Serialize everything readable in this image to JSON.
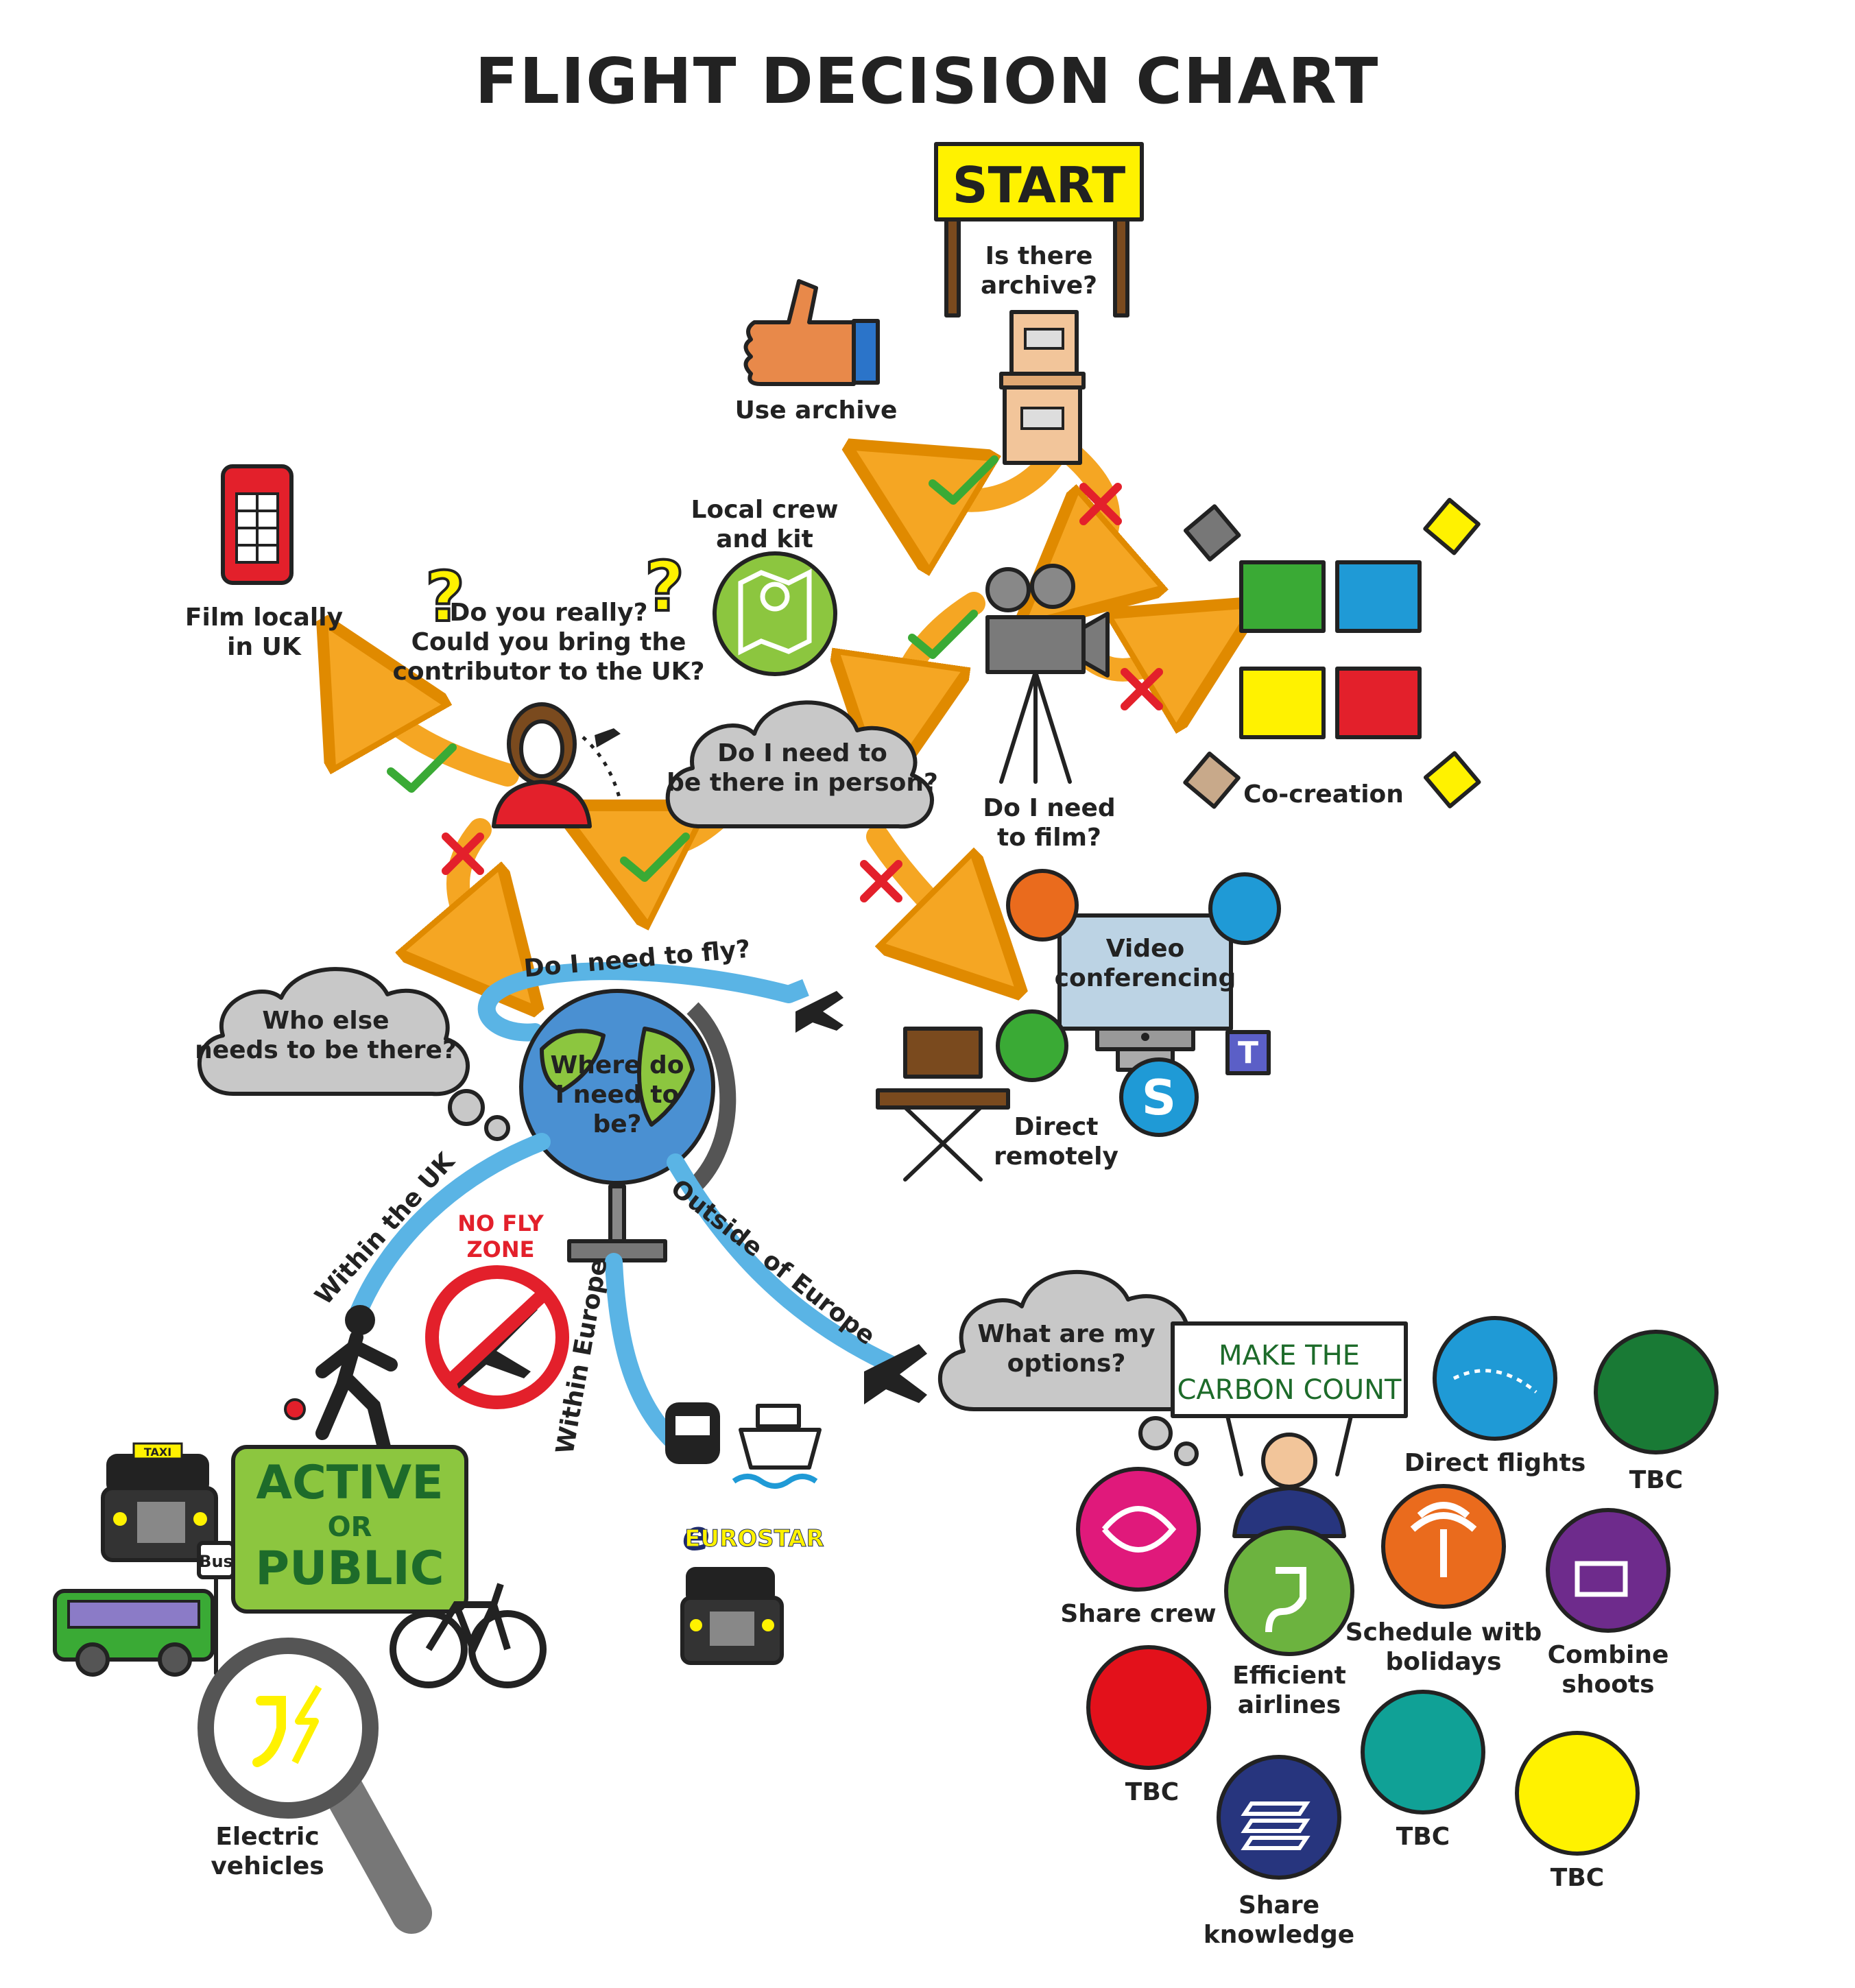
{
  "title": "FLIGHT DECISION CHART",
  "start": {
    "sign": "START",
    "question_line1": "Is there",
    "question_line2": "archive?"
  },
  "use_archive": "Use archive",
  "local_crew_line1": "Local crew",
  "local_crew_line2": "and kit",
  "film_locally_line1": "Film locally",
  "film_locally_line2": "in UK",
  "do_you_really": {
    "line1": "Do you really?",
    "line2": "Could you bring the",
    "line3": "contributor to the UK?"
  },
  "need_in_person": {
    "line1": "Do I need to",
    "line2": "be there in person?"
  },
  "need_to_film": {
    "line1": "Do I need",
    "line2": "to film?"
  },
  "co_creation": "Co-creation",
  "video_conferencing": {
    "line1": "Video",
    "line2": "conferencing"
  },
  "direct_remotely": {
    "line1": "Direct",
    "line2": "remotely"
  },
  "need_to_fly": "Do I need to fly?",
  "who_else": {
    "line1": "Who else",
    "line2": "needs to be there?"
  },
  "where_need": {
    "line1": "Where do",
    "line2": "I need to",
    "line3": "be?"
  },
  "routes": {
    "within_uk": "Within the UK",
    "within_europe": "Within Europe",
    "outside_europe": "Outside of Europe"
  },
  "no_fly_zone": {
    "line1": "NO FLY",
    "line2": "ZONE"
  },
  "active_public": {
    "line1": "ACTIVE",
    "line2": "OR",
    "line3": "PUBLIC"
  },
  "taxi_label": "TAXI",
  "bus_stop": "Bus",
  "eurostar": "EUROSTAR",
  "electric_vehicles": {
    "line1": "Electric",
    "line2": "vehicles"
  },
  "what_options": {
    "line1": "What are my",
    "line2": "options?"
  },
  "carbon_sign": {
    "line1": "MAKE THE",
    "line2": "CARBON COUNT"
  },
  "options": [
    {
      "label": "Direct flights",
      "color": "#1f9ad6",
      "icon": "plane-route-icon"
    },
    {
      "label": "TBC",
      "color": "#197a35",
      "icon": ""
    },
    {
      "label": "Share crew",
      "color": "#e0197b",
      "icon": "hands-icon"
    },
    {
      "label_line1": "Efficient",
      "label_line2": "airlines",
      "color": "#6cb33f",
      "icon": "plug-leaf-icon"
    },
    {
      "label_line1": "Schedule witb",
      "label_line2": "bolidays",
      "color": "#ea6b1d",
      "icon": "palm-tree-icon"
    },
    {
      "label_line1": "Combine",
      "label_line2": "shoots",
      "color": "#6e2b8c",
      "icon": "camera-icon"
    },
    {
      "label": "TBC",
      "color": "#e3111b",
      "icon": ""
    },
    {
      "label_line1": "Share",
      "label_line2": "knowledge",
      "color": "#27357e",
      "icon": "books-icon"
    },
    {
      "label": "TBC",
      "color": "#10a196",
      "icon": ""
    },
    {
      "label": "TBC",
      "color": "#fff200",
      "icon": ""
    }
  ],
  "colors": {
    "arrow": "#f5a623",
    "check": "#3aaa35",
    "cross": "#e3202b",
    "route": "#5ab4e5",
    "cloud": "#c8c8c8",
    "yellow_sign": "#fff200",
    "active_green": "#8cc63f"
  }
}
